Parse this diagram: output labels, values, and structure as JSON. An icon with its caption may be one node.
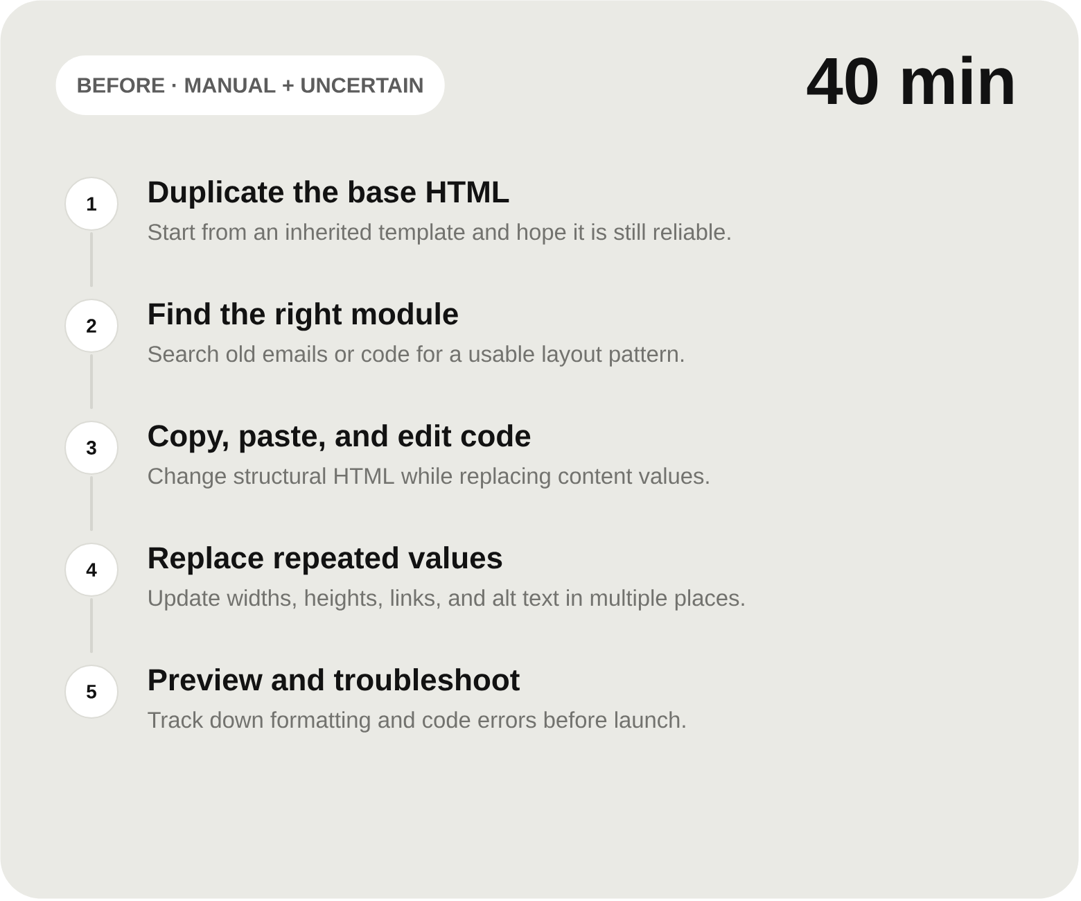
{
  "diagram": {
    "nodes": [
      {
        "text": [
          "40 min"
        ]
      },
      {
        "text": [
          "BEFORE · MANUAL + UNCERTAIN"
        ],
        "in": 0
      },
      {
        "text": [
          "1"
        ],
        "in": 0,
        "beside": [
          "Duplicate the base HTML",
          "Start from an inherited template and hope it is still reliable."
        ]
      },
      {
        "text": [
          "2"
        ],
        "in": 0,
        "beside": [
          "Find the right module",
          "Search old emails or code for a usable layout pattern."
        ]
      },
      {
        "text": [
          "3"
        ],
        "in": 0,
        "beside": [
          "Copy, paste, and edit code",
          "Change structural HTML while replacing content values."
        ]
      },
      {
        "text": [
          "4"
        ],
        "in": 0,
        "beside": [
          "Replace repeated values",
          "Update widths, heights, links, and alt text in multiple places."
        ]
      },
      {
        "text": [
          "5"
        ],
        "in": 0,
        "beside": [
          "Preview and troubleshoot",
          "Track down formatting and code errors before launch."
        ]
      }
    ],
    "edges": [
      {
        "from": 2,
        "to": 3,
        "arrow": "none"
      },
      {
        "from": 3,
        "to": 4,
        "arrow": "none"
      },
      {
        "from": 4,
        "to": 5,
        "arrow": "none"
      },
      {
        "from": 5,
        "to": 6,
        "arrow": "none"
      }
    ]
  }
}
